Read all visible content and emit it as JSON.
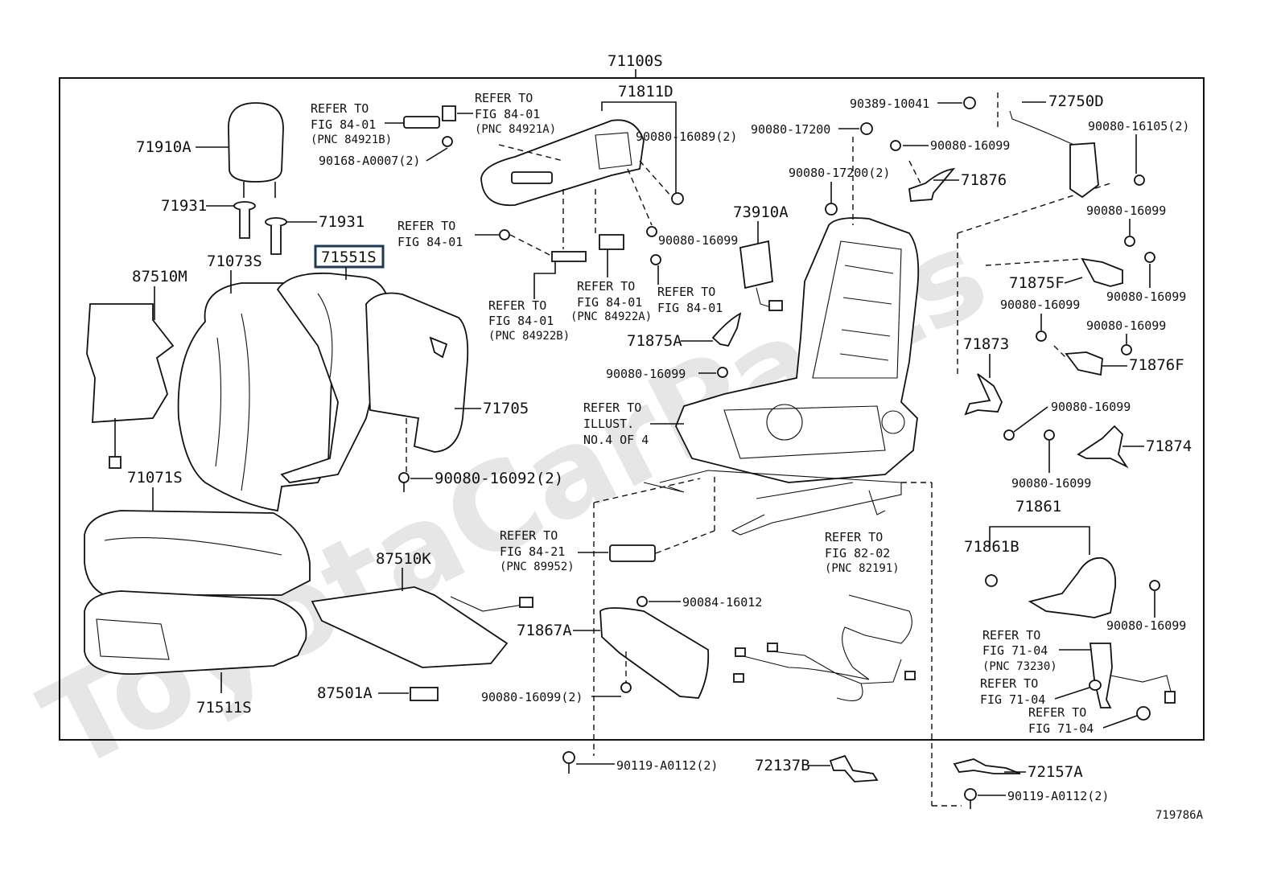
{
  "diagram": {
    "watermark": "ToyotaCarParts",
    "figure_id": "719786A",
    "assembly_label": "71100S",
    "highlighted_part": "71551S",
    "part_numbers": {
      "p71910A": "71910A",
      "p71931a": "71931",
      "p71931b": "71931",
      "p87510M": "87510M",
      "p71073S": "71073S",
      "p71551S": "71551S",
      "p71705": "71705",
      "p71071S": "71071S",
      "p71511S": "71511S",
      "p87510K": "87510K",
      "p87501A": "87501A",
      "p71811D": "71811D",
      "p73910A": "73910A",
      "p71875A": "71875A",
      "p71867A": "71867A",
      "p72750D": "72750D",
      "p71876": "71876",
      "p71875F": "71875F",
      "p71876F": "71876F",
      "p71873": "71873",
      "p71874": "71874",
      "p71861": "71861",
      "p71861B": "71861B",
      "p72137B": "72137B",
      "p72157A": "72157A"
    },
    "fasteners": {
      "f90168": "90168-A0007(2)",
      "f16089": "90080-16089(2)",
      "f16099a": "90080-16099",
      "f16092": "90080-16092(2)",
      "f16099b": "90080-16099",
      "f16012": "90084-16012",
      "f16099c": "90080-16099(2)",
      "fA0112a": "90119-A0112(2)",
      "f10041": "90389-10041",
      "f17200": "90080-17200",
      "f16099d": "90080-16099",
      "f17200b": "90080-17200(2)",
      "f16105": "90080-16105(2)",
      "f16099e": "90080-16099",
      "f16099f": "90080-16099",
      "f16099g": "90080-16099",
      "f16099h": "90080-16099",
      "f16099i": "90080-16099",
      "f16099j": "90080-16099",
      "f16099k": "90080-16099",
      "fA0112b": "90119-A0112(2)"
    },
    "refs": {
      "r1": [
        "REFER TO",
        "FIG 84-01",
        "(PNC 84921B)"
      ],
      "r2": [
        "REFER TO",
        "FIG 84-01",
        "(PNC 84921A)"
      ],
      "r3": [
        "REFER TO",
        "FIG 84-01"
      ],
      "r4": [
        "REFER TO",
        "FIG 84-01",
        "(PNC 84922B)"
      ],
      "r5": [
        "REFER TO",
        "FIG 84-01",
        "(PNC 84922A)"
      ],
      "r6": [
        "REFER TO",
        "FIG 84-01"
      ],
      "r7": [
        "REFER TO",
        "ILLUST.",
        "NO.4 OF 4"
      ],
      "r8": [
        "REFER TO",
        "FIG 84-21",
        "(PNC 89952)"
      ],
      "r9": [
        "REFER TO",
        "FIG 82-02",
        "(PNC 82191)"
      ],
      "r10": [
        "REFER TO",
        "FIG 71-04",
        "(PNC 73230)"
      ],
      "r11": [
        "REFER TO",
        "FIG 71-04"
      ],
      "r12": [
        "REFER TO",
        "FIG 71-04"
      ]
    }
  }
}
